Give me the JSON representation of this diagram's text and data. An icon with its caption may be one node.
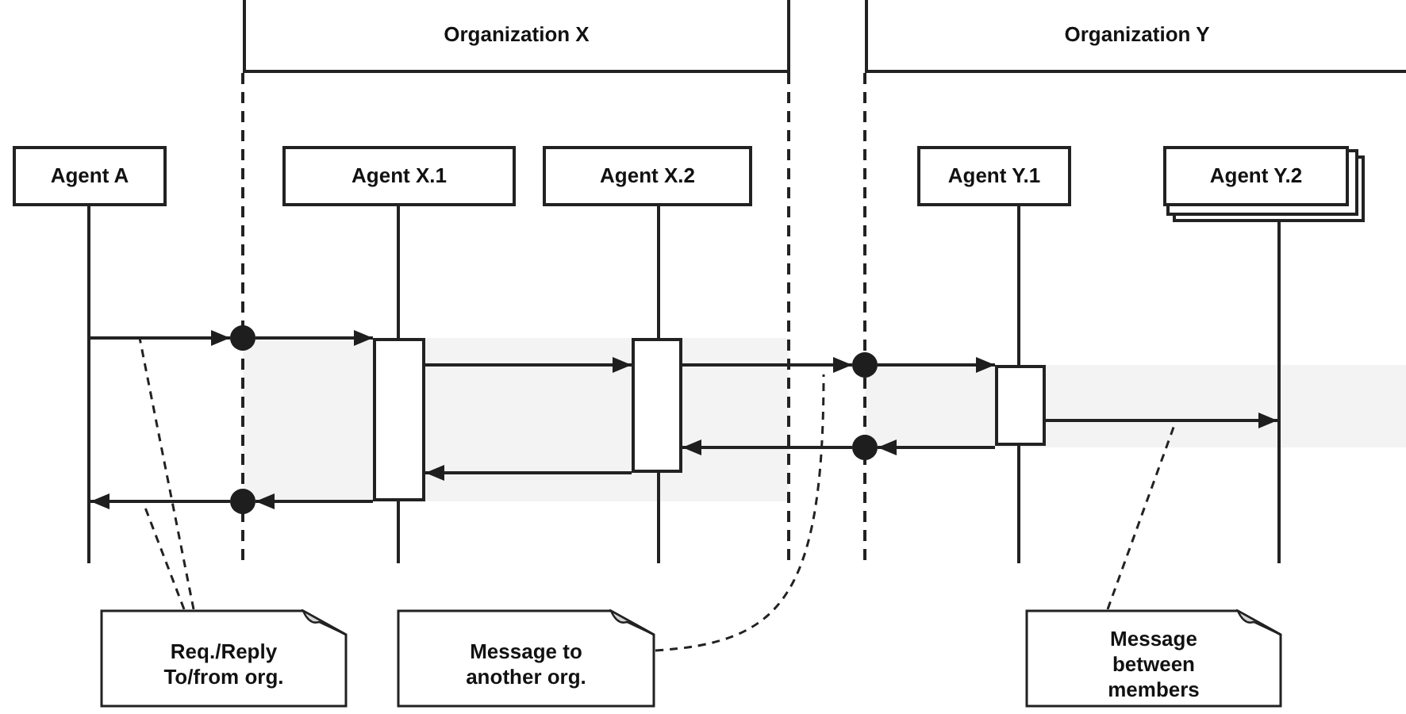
{
  "diagram": {
    "nodes": [
      {
        "text": [
          "Organization X"
        ]
      },
      {
        "text": [
          "Organization Y"
        ]
      },
      {
        "text": [
          "Agent A"
        ]
      },
      {
        "text": [
          "Agent X.1"
        ]
      },
      {
        "text": [
          "Agent X.2"
        ]
      },
      {
        "text": [
          "Agent Y.1"
        ]
      },
      {
        "text": [
          "Agent Y.2"
        ]
      },
      {
        "text": [],
        "shape": "line"
      },
      {
        "text": [],
        "shape": "line"
      },
      {
        "text": [],
        "shape": "line"
      },
      {
        "text": [],
        "shape": "line"
      },
      {
        "text": [],
        "shape": "line"
      },
      {
        "text": [],
        "shape": "box"
      },
      {
        "text": [],
        "shape": "box"
      },
      {
        "text": [],
        "shape": "box"
      },
      {
        "text": [],
        "shape": "circle"
      },
      {
        "text": [],
        "shape": "circle"
      },
      {
        "text": [],
        "shape": "circle"
      },
      {
        "text": [],
        "shape": "circle"
      },
      {
        "text": [
          "Req./Reply To/from org."
        ]
      },
      {
        "text": [
          "Message to another org."
        ]
      },
      {
        "text": [
          "Message between members"
        ]
      }
    ],
    "edges": [
      {
        "from": 7,
        "to": 15,
        "arrow": "to"
      },
      {
        "from": 15,
        "to": 12,
        "arrow": "to"
      },
      {
        "from": 12,
        "to": 13,
        "arrow": "to"
      },
      {
        "from": 13,
        "to": 16,
        "arrow": "to"
      },
      {
        "from": 16,
        "to": 14,
        "arrow": "to"
      },
      {
        "from": 14,
        "to": 11,
        "arrow": "to"
      },
      {
        "from": 14,
        "to": 17,
        "arrow": "to"
      },
      {
        "from": 17,
        "to": 13,
        "arrow": "to"
      },
      {
        "from": 13,
        "to": 12,
        "arrow": "to"
      },
      {
        "from": 12,
        "to": 18,
        "arrow": "to"
      },
      {
        "from": 18,
        "to": 7,
        "arrow": "to"
      },
      {
        "from": 19,
        "to": null,
        "arrow": "none",
        "style": "dashed"
      },
      {
        "from": 19,
        "to": null,
        "arrow": "none",
        "style": "dashed"
      },
      {
        "from": 20,
        "to": null,
        "arrow": "none",
        "style": "dashed"
      },
      {
        "from": 21,
        "to": null,
        "arrow": "none",
        "style": "dashed"
      }
    ]
  }
}
